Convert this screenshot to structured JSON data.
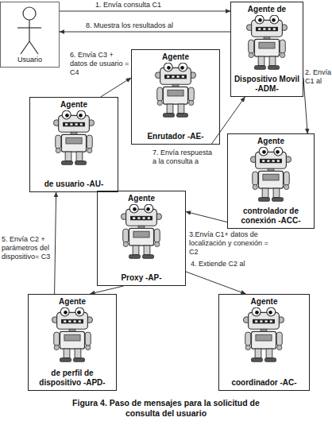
{
  "diagram": {
    "caption": "Figura 4. Paso de mensajes para la solicitud de consulta del usuario",
    "nodes": [
      {
        "text": [
          "Usuario"
        ]
      },
      {
        "text": [
          "Agente de",
          "Dispositivo Movil -ADM-"
        ]
      },
      {
        "text": [
          "Agente",
          "Enrutador -AE-"
        ]
      },
      {
        "text": [
          "Agente",
          "de usuario -AU-"
        ]
      },
      {
        "text": [
          "Agente",
          "controlador de conexión -ACC-"
        ]
      },
      {
        "text": [
          "Agente",
          "Proxy -AP-"
        ]
      },
      {
        "text": [
          "Agente",
          "de perfil de dispositivo -APD-"
        ]
      },
      {
        "text": [
          "Agente",
          "coordinador -AC-"
        ]
      }
    ],
    "edges": [
      {
        "from": 0,
        "to": 1,
        "label": "1. Envía consulta C1",
        "arrow": "to"
      },
      {
        "from": 1,
        "to": 4,
        "label": "2. Envía C1 al",
        "arrow": "to"
      },
      {
        "from": 4,
        "to": 5,
        "label": "3.Envía C1+ datos de localización y conexión = C2",
        "arrow": "to"
      },
      {
        "from": 5,
        "to": 7,
        "label": "4. Extiende C2 al",
        "arrow": "to"
      },
      {
        "from": 5,
        "to": 6,
        "arrow": "to"
      },
      {
        "from": 6,
        "to": 3,
        "label": "5. Envía C2 + parámetros del dispositivo= C3",
        "arrow": "to"
      },
      {
        "from": 3,
        "to": 2,
        "label": "6. Envía C3 + datos de usuario = C4",
        "arrow": "to"
      },
      {
        "from": 2,
        "to": 1,
        "label": "7. Envía respuesta a la consulta a",
        "arrow": "to"
      },
      {
        "from": 1,
        "to": 0,
        "label": "8. Muestra los resultados al",
        "arrow": "to"
      }
    ]
  }
}
